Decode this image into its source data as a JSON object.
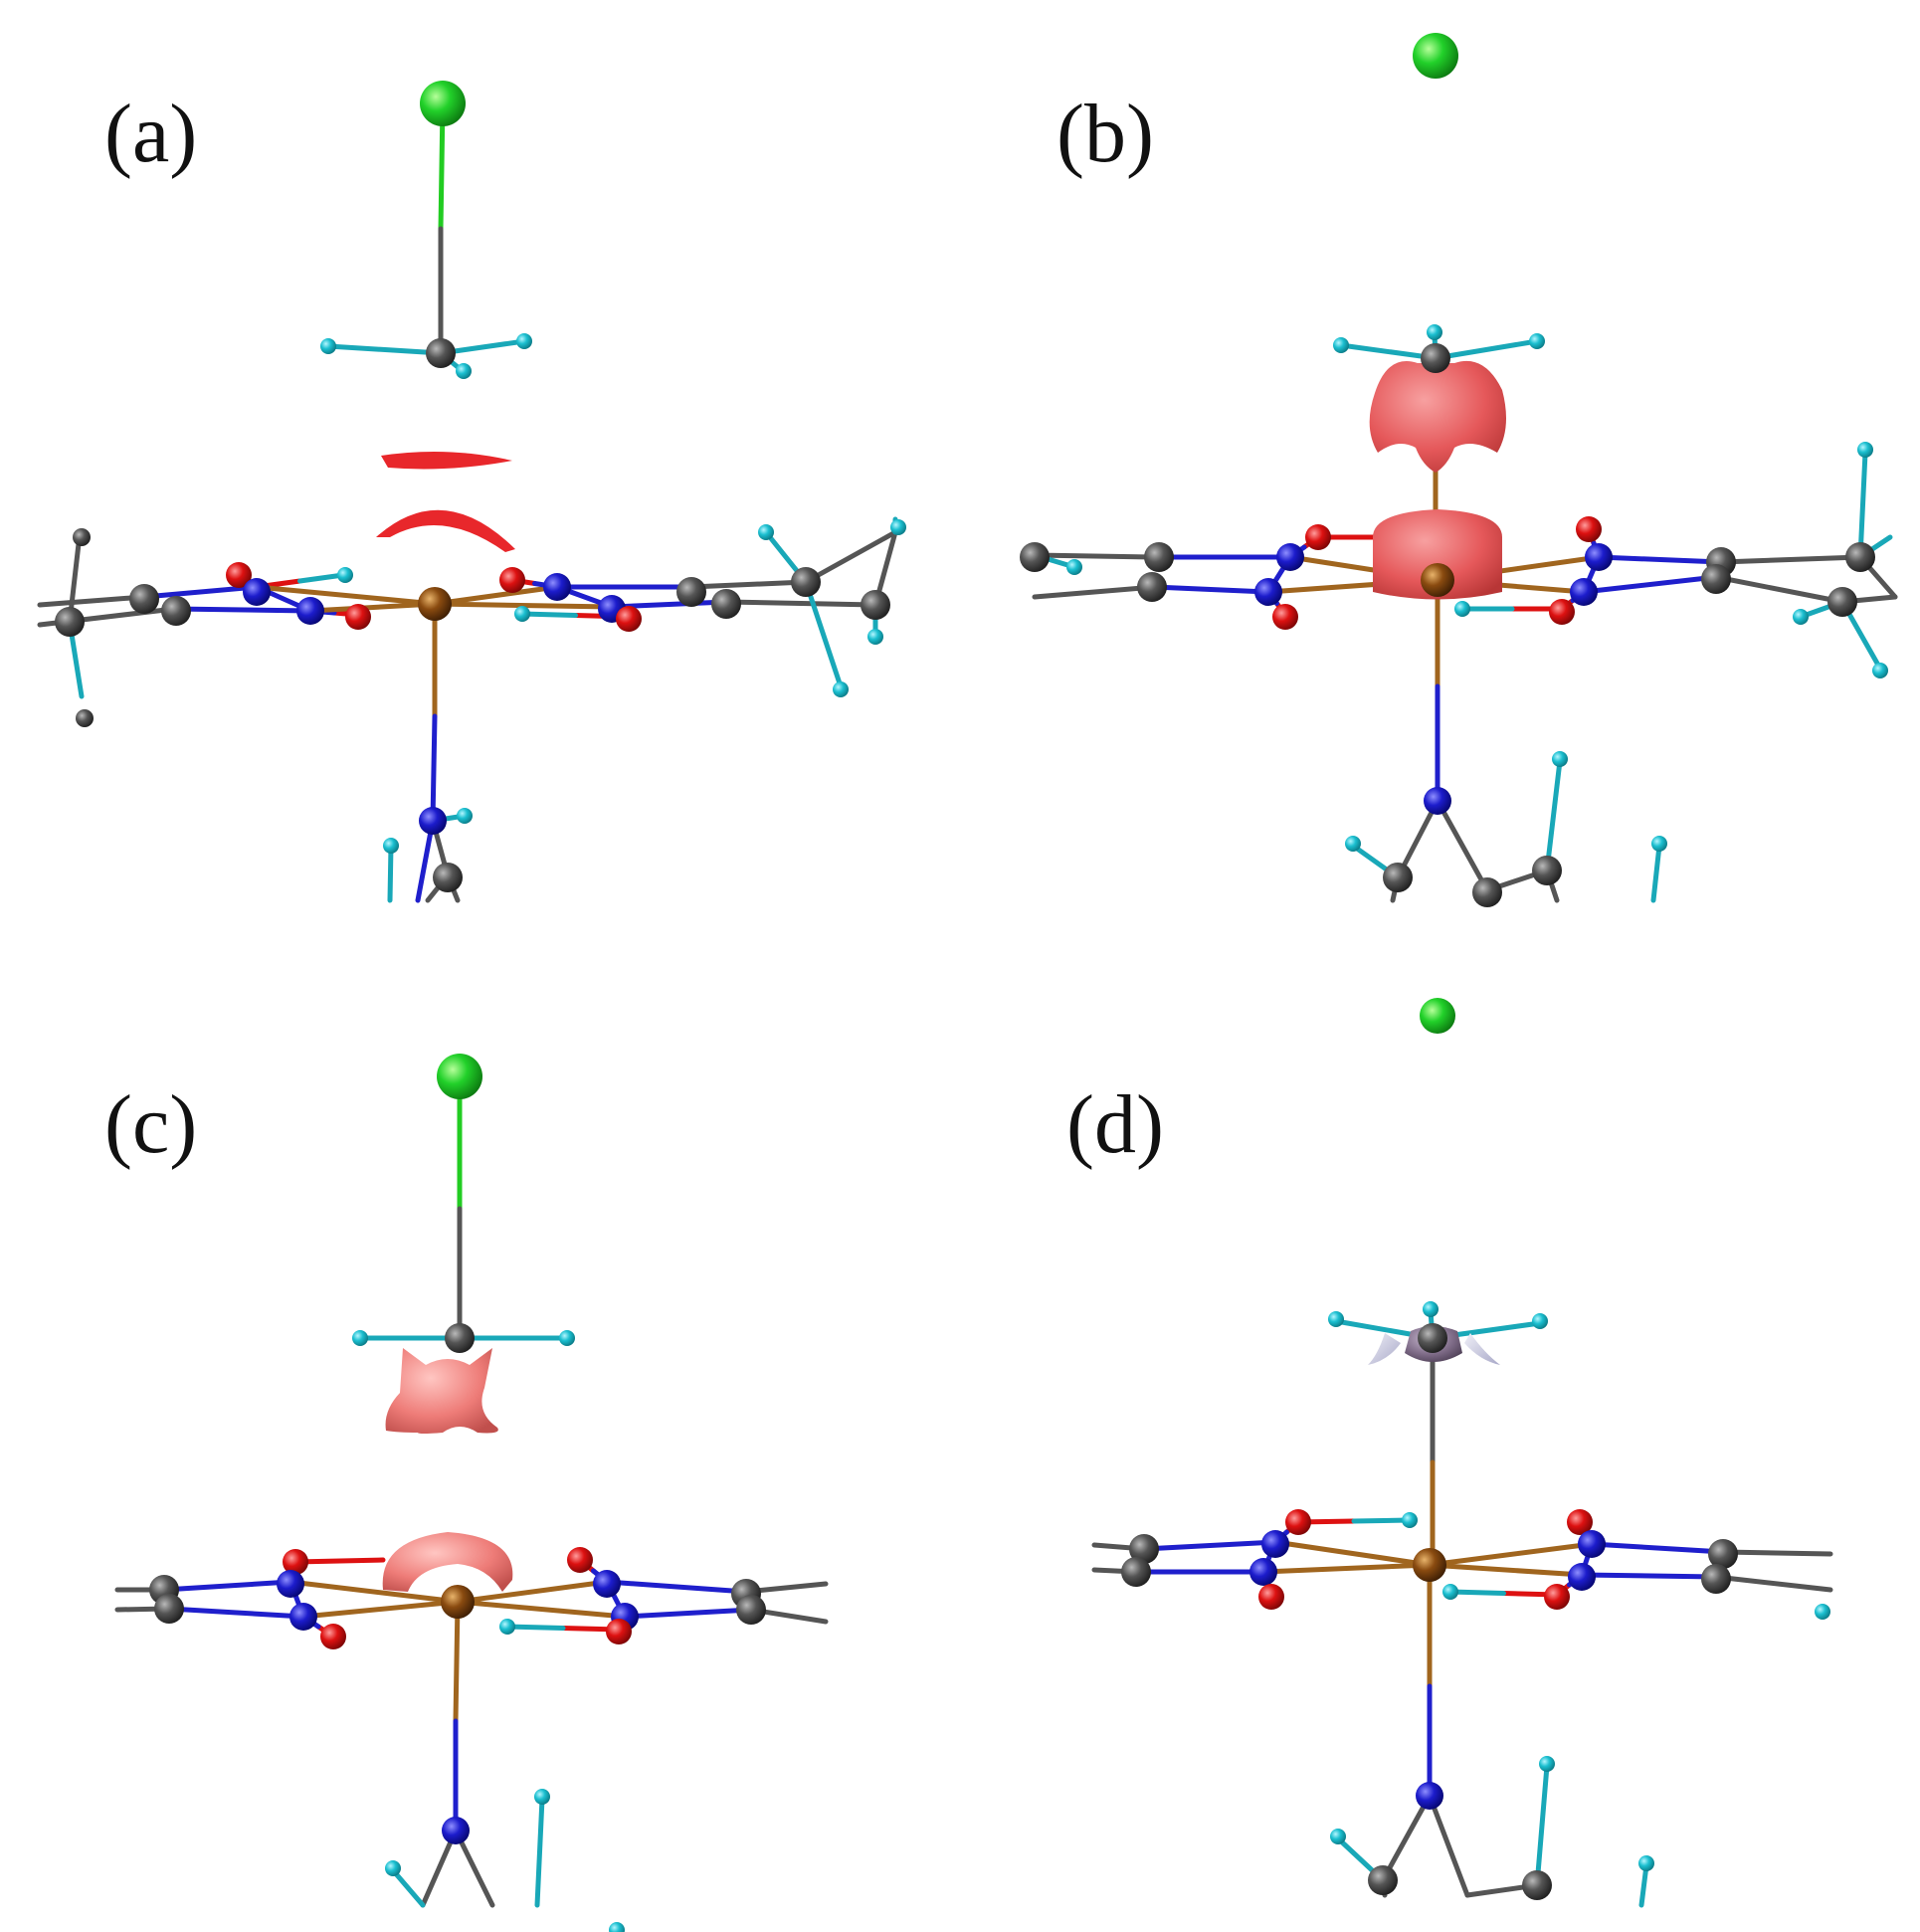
{
  "panels": [
    {
      "id": "a",
      "label": "(a)",
      "isosurface_color": "#e8272b",
      "isosurface_shape": "two thin arcs between methyl and Fe"
    },
    {
      "id": "b",
      "label": "(b)",
      "isosurface_color": "#e5585a",
      "isosurface_shape": "large lobes around methyl carbon and Fe"
    },
    {
      "id": "c",
      "label": "(c)",
      "isosurface_color": "#ee7c78",
      "isosurface_shape": "lobes under methyl carbon and above Fe"
    },
    {
      "id": "d",
      "label": "(d)",
      "isosurface_color": "#7d6a86",
      "isosurface_shape": "small lobes at methyl carbon"
    }
  ],
  "colors": {
    "chlorine": "#22d12a",
    "carbon": "#4b4b4b",
    "hydrogen": "#1bbfd0",
    "nitrogen": "#1c1ccc",
    "oxygen": "#dd1111",
    "iron": "#8a4b10",
    "bond_fe": "#a0651e",
    "bond_n": "#1f1fcc",
    "bond_o": "#dd1111",
    "bond_h": "#19a8b8",
    "bond_cl": "#22cc22",
    "bond_c": "#555555"
  }
}
